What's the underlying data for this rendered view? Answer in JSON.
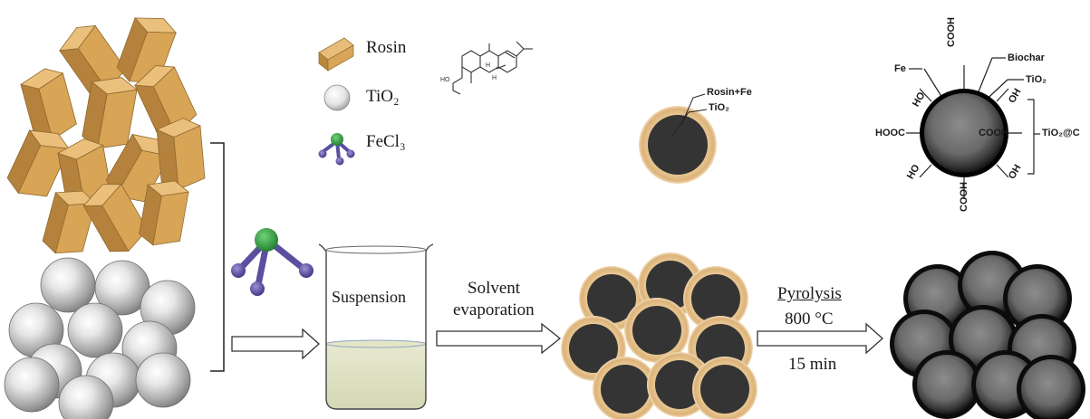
{
  "legend": {
    "rosin": "Rosin",
    "tio2": "TiO₂",
    "fecl3": "FeCl₃"
  },
  "beaker_label": "Suspension",
  "step1": {
    "line1": "Solvent",
    "line2": "evaporation"
  },
  "step2": {
    "title": "Pyrolysis",
    "temp": "800 °C",
    "time": "15 min"
  },
  "single_particle": {
    "label_outer": "Rosin+Fe",
    "label_core": "TiO₂"
  },
  "final_particle": {
    "fe": "Fe",
    "cooh_top": "COOH",
    "biochar": "Biochar",
    "tio2": "TiO₂",
    "oh_tl": "HO",
    "oh_tr": "OH",
    "cooh_left": "HOOC",
    "cooh_right": "COOH",
    "composite": "TiO₂@C",
    "oh_bl": "HO",
    "oh_br": "OH",
    "cooh_bottom": "COOH"
  },
  "molecule": {
    "ho": "HO",
    "h1": "H",
    "h2": "H"
  },
  "colors": {
    "rosin": "#d9a658",
    "tio2": "#d0d0d0",
    "fe_green": "#2e9a3c",
    "cl_purple": "#5b4fa0",
    "core_dark": "#333333",
    "shell_tan": "#e8c796",
    "biochar_gray": "#6e6e6e"
  }
}
